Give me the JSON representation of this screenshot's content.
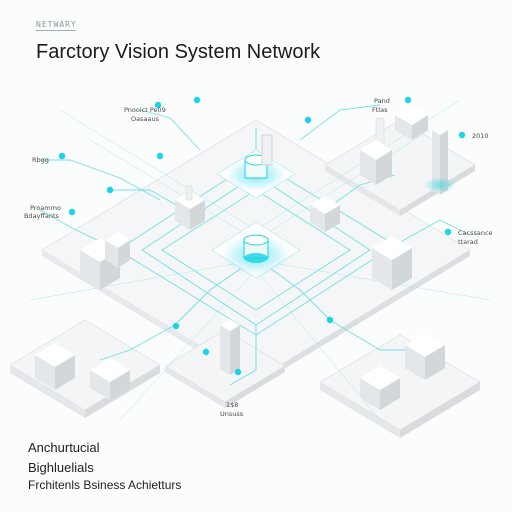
{
  "header": {
    "kicker": "NETWARY",
    "title": "Farctory Vision System Network"
  },
  "labels": {
    "top_left_1": "Pnooict  Pe09",
    "top_left_2": "Oasaaus",
    "left_1": "Rbgg",
    "left_2": "Proammo",
    "left_3": "Bdayffants",
    "top_right_1": "Pand",
    "top_right_2": "Ftlas",
    "top_right_3": "2010",
    "right_1": "Cacssance",
    "right_2": "ttarad",
    "bottom_1": "1$8",
    "bottom_2": "Unsuss"
  },
  "footer": {
    "line1": "Anchurtucial",
    "line2": "Bighluelials",
    "line3": "Frchitenls Bsiness Achietturs"
  },
  "colors": {
    "accent": "#19d3e6",
    "line": "#5fd9e6",
    "block_top": "#ffffff",
    "block_left": "#e3e7e9",
    "block_right": "#d2d7da"
  }
}
